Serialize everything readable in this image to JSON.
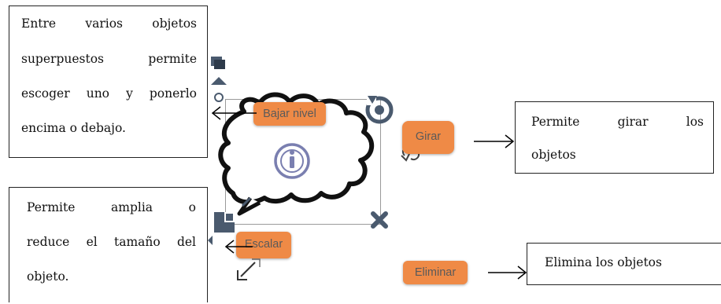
{
  "notes": {
    "layers": {
      "lines": [
        "Entre varios objetos",
        "superpuestos permite",
        "escoger uno y ponerlo",
        "encima o debajo."
      ]
    },
    "rotate": {
      "lines": [
        "Permite girar los",
        "objetos"
      ]
    },
    "scale": {
      "lines": [
        "Permite amplia o",
        "reduce el tamaño del",
        "objeto."
      ]
    },
    "delete": {
      "lines": [
        "Elimina los objetos"
      ]
    }
  },
  "buttons": {
    "lower_level": "Bajar nivel",
    "rotate": "Girar",
    "scale": "Escalar",
    "delete": "Eliminar"
  },
  "icons": {
    "center": "info-icon",
    "rotate_handle": "rotate-icon",
    "delete_handle": "close-icon",
    "scale_handle": "scale-icon",
    "layer_up": "triangle-up-icon"
  },
  "colors": {
    "button": "#ef8a46",
    "handle": "#4a5a6e",
    "shape_outline": "#111111"
  }
}
